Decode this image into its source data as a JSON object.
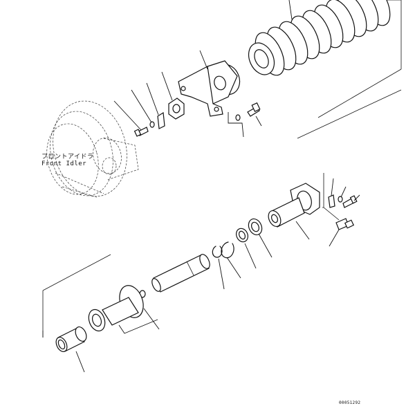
{
  "callouts": {
    "front_idler_jp": "フロントアイドラ",
    "front_idler_en": "Front Idler"
  },
  "drawing_number": "00051292",
  "colors": {
    "ink": "#111111",
    "paper": "#ffffff"
  }
}
